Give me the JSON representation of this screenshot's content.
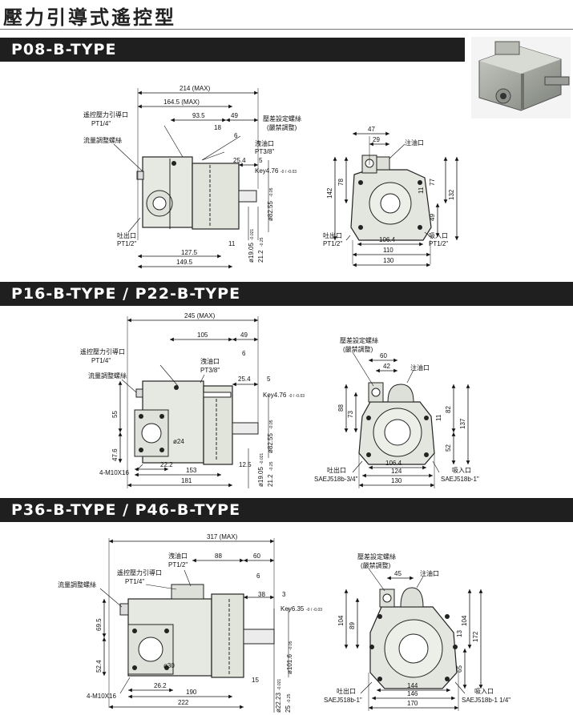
{
  "page": {
    "title": "壓力引導式遙控型"
  },
  "sections": [
    {
      "id": "p08",
      "title": "P08-B-TYPE"
    },
    {
      "id": "p16",
      "title": "P16-B-TYPE / P22-B-TYPE"
    },
    {
      "id": "p36",
      "title": "P36-B-TYPE / P46-B-TYPE"
    }
  ],
  "p08": {
    "side": {
      "dim_214": "214 (MAX)",
      "dim_164": "164.5 (MAX)",
      "dim_93": "93.5",
      "dim_49": "49",
      "dim_18": "18",
      "dim_6": "6",
      "dim_25": "25.4",
      "dim_5": "5",
      "dim_11": "11",
      "dim_127": "127.5",
      "dim_149": "149.5",
      "remote_port": "遙控壓力引導口",
      "remote_port_size": "PT1/4\"",
      "flow_screw": "流量調整螺絲",
      "drain_port": "洩油口",
      "drain_port_size": "PT3/8\"",
      "pressure_screw": "壓差設定螺絲",
      "pressure_screw_note": "(嚴禁調整)",
      "key": "Key4.76",
      "key_tol": "-0 / -0.03",
      "outlet": "吐出口",
      "outlet_size": "PT1/2\"",
      "shaft_d1": "ø19.05",
      "shaft_d1_tol": "-0.021",
      "shaft_d2": "21.2",
      "shaft_d2_tol": "-0.25",
      "pilot_d": "ø82.55",
      "pilot_d_tol": "-0.05"
    },
    "front": {
      "dim_47": "47",
      "dim_29": "29",
      "oil_port": "注油口",
      "dim_142": "142",
      "dim_78": "78",
      "dim_11": "11",
      "dim_77": "77",
      "dim_132": "132",
      "dim_49": "49",
      "dim_106": "106.4",
      "dim_110": "110",
      "dim_130": "130",
      "outlet": "吐出口",
      "outlet_size": "PT1/2\"",
      "inlet": "吸入口",
      "inlet_size": "PT1/2\""
    }
  },
  "p16": {
    "side": {
      "dim_245": "245 (MAX)",
      "dim_105": "105",
      "dim_49": "49",
      "dim_6": "6",
      "dim_25": "25.4",
      "dim_5": "5",
      "remote_port": "遙控壓力引導口",
      "remote_port_size": "PT1/4\"",
      "flow_screw": "流量調整螺絲",
      "drain_port": "洩油口",
      "drain_port_size": "PT3/8\"",
      "key": "Key4.76",
      "key_tol": "-0 / -0.03",
      "dim_55": "55",
      "dim_47": "47.6",
      "dim_24": "ø24",
      "bolt": "4-M10X16",
      "dim_22": "22.2",
      "dim_153": "153",
      "dim_181": "181",
      "dim_12": "12.5",
      "shaft_d1": "ø19.05",
      "shaft_d1_tol": "-0.021",
      "shaft_d2": "21.2",
      "shaft_d2_tol": "-0.25",
      "pilot_d": "ø82.55",
      "pilot_d_tol": "-0.05"
    },
    "front": {
      "pressure_screw": "壓差設定螺絲",
      "pressure_screw_note": "(嚴禁調整)",
      "dim_60": "60",
      "dim_42": "42",
      "oil_port": "注油口",
      "dim_88": "88",
      "dim_73": "73",
      "dim_11": "11",
      "dim_82": "82",
      "dim_137": "137",
      "dim_52": "52",
      "dim_106": "106.4",
      "dim_124": "124",
      "dim_130": "130",
      "outlet": "吐出口",
      "outlet_size": "SAEJ518b-3/4\"",
      "inlet": "吸入口",
      "inlet_size": "SAEJ518b-1\""
    }
  },
  "p36": {
    "side": {
      "dim_317": "317 (MAX)",
      "dim_88": "88",
      "dim_60": "60",
      "dim_6": "6",
      "dim_38": "38",
      "dim_3": "3",
      "drain_port": "洩油口",
      "drain_port_size": "PT1/2\"",
      "remote_port": "遙控壓力引導口",
      "remote_port_size": "PT1/4\"",
      "flow_screw": "流量調整螺絲",
      "key": "Key6.35",
      "key_tol": "-0 / -0.03",
      "dim_69": "69.5",
      "dim_52": "52.4",
      "dim_30": "ø30",
      "bolt": "4-M10X16",
      "dim_26": "26.2",
      "dim_190": "190",
      "dim_222": "222",
      "dim_15": "15",
      "shaft_d1": "ø22.23",
      "shaft_d1_tol": "-0.021",
      "shaft_d2": "25",
      "shaft_d2_tol": "-0.25",
      "pilot_d": "ø101.6",
      "pilot_d_tol": "-0.05"
    },
    "front": {
      "pressure_screw": "壓差設定螺絲",
      "pressure_screw_note": "(嚴禁調整)",
      "dim_45": "45",
      "oil_port": "注油口",
      "dim_104a": "104",
      "dim_89": "89",
      "dim_104b": "104",
      "dim_172": "172",
      "dim_13": "13",
      "dim_65": "65",
      "dim_144": "144",
      "dim_146": "146",
      "dim_170": "170",
      "outlet": "吐出口",
      "outlet_size": "SAEJ518b-1\"",
      "inlet": "吸入口",
      "inlet_size": "SAEJ518b-1 1/4\""
    }
  }
}
